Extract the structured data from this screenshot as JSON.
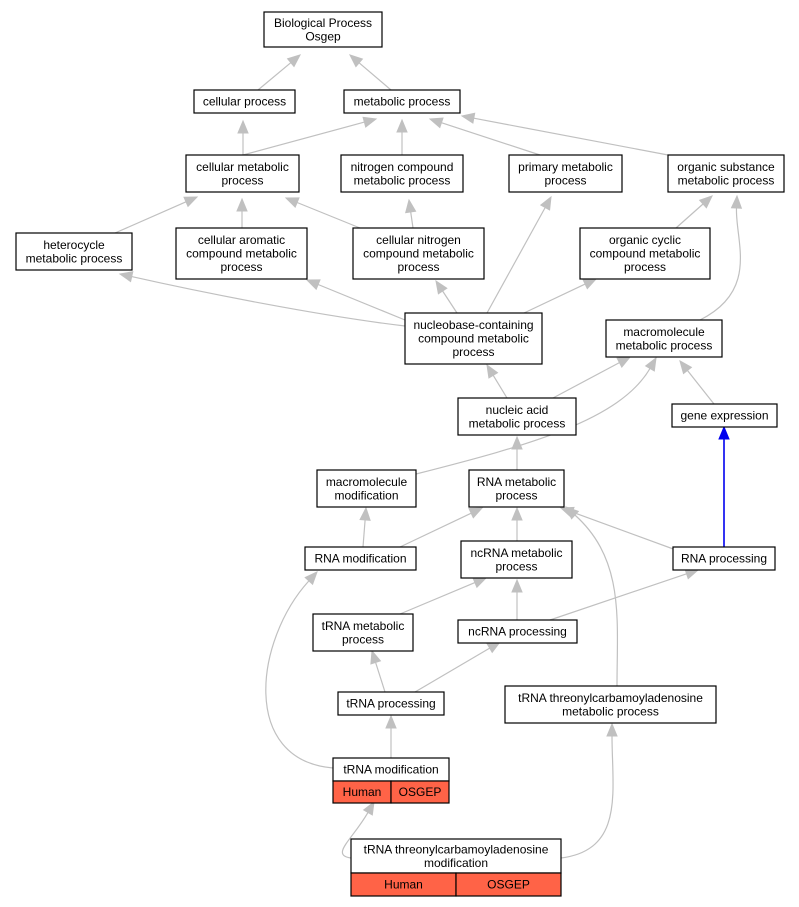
{
  "diagram": {
    "nodes": {
      "root": [
        "Biological Process",
        "Osgep"
      ],
      "cellular_process": [
        "cellular process"
      ],
      "metabolic_process": [
        "metabolic process"
      ],
      "cellular_metabolic_process": [
        "cellular metabolic",
        "process"
      ],
      "nitrogen_compound_metabolic_process": [
        "nitrogen compound",
        "metabolic process"
      ],
      "primary_metabolic_process": [
        "primary metabolic",
        "process"
      ],
      "organic_substance_metabolic_process": [
        "organic substance",
        "metabolic process"
      ],
      "heterocycle_metabolic_process": [
        "heterocycle",
        "metabolic process"
      ],
      "cellular_aromatic_compound_metabolic_process": [
        "cellular aromatic",
        "compound metabolic",
        "process"
      ],
      "cellular_nitrogen_compound_metabolic_process": [
        "cellular nitrogen",
        "compound metabolic",
        "process"
      ],
      "organic_cyclic_compound_metabolic_process": [
        "organic cyclic",
        "compound metabolic",
        "process"
      ],
      "nucleobase_containing_compound_metabolic_process": [
        "nucleobase-containing",
        "compound metabolic",
        "process"
      ],
      "macromolecule_metabolic_process": [
        "macromolecule",
        "metabolic process"
      ],
      "nucleic_acid_metabolic_process": [
        "nucleic acid",
        "metabolic process"
      ],
      "gene_expression": [
        "gene expression"
      ],
      "macromolecule_modification": [
        "macromolecule",
        "modification"
      ],
      "rna_metabolic_process": [
        "RNA metabolic",
        "process"
      ],
      "rna_modification": [
        "RNA modification"
      ],
      "ncrna_metabolic_process": [
        "ncRNA metabolic",
        "process"
      ],
      "rna_processing": [
        "RNA processing"
      ],
      "trna_metabolic_process": [
        "tRNA metabolic",
        "process"
      ],
      "ncrna_processing": [
        "ncRNA processing"
      ],
      "trna_processing": [
        "tRNA processing"
      ],
      "trna_threonylcarbamoyladenosine_metabolic_process": [
        "tRNA threonylcarbamoyladenosine",
        "metabolic process"
      ],
      "trna_modification": [
        "tRNA modification"
      ],
      "trna_threonylcarbamoyladenosine_modification": [
        "tRNA threonylcarbamoyladenosine",
        "modification"
      ]
    },
    "annotations": {
      "trna_modification": [
        "Human",
        "OSGEP"
      ],
      "trna_threonylcarbamoyladenosine_modification": [
        "Human",
        "OSGEP"
      ]
    },
    "colors": {
      "edge": "#c0c0c0",
      "highlight_edge": "#0000ee",
      "annotation_fill": "#ff6347",
      "node_border": "#000000"
    }
  }
}
